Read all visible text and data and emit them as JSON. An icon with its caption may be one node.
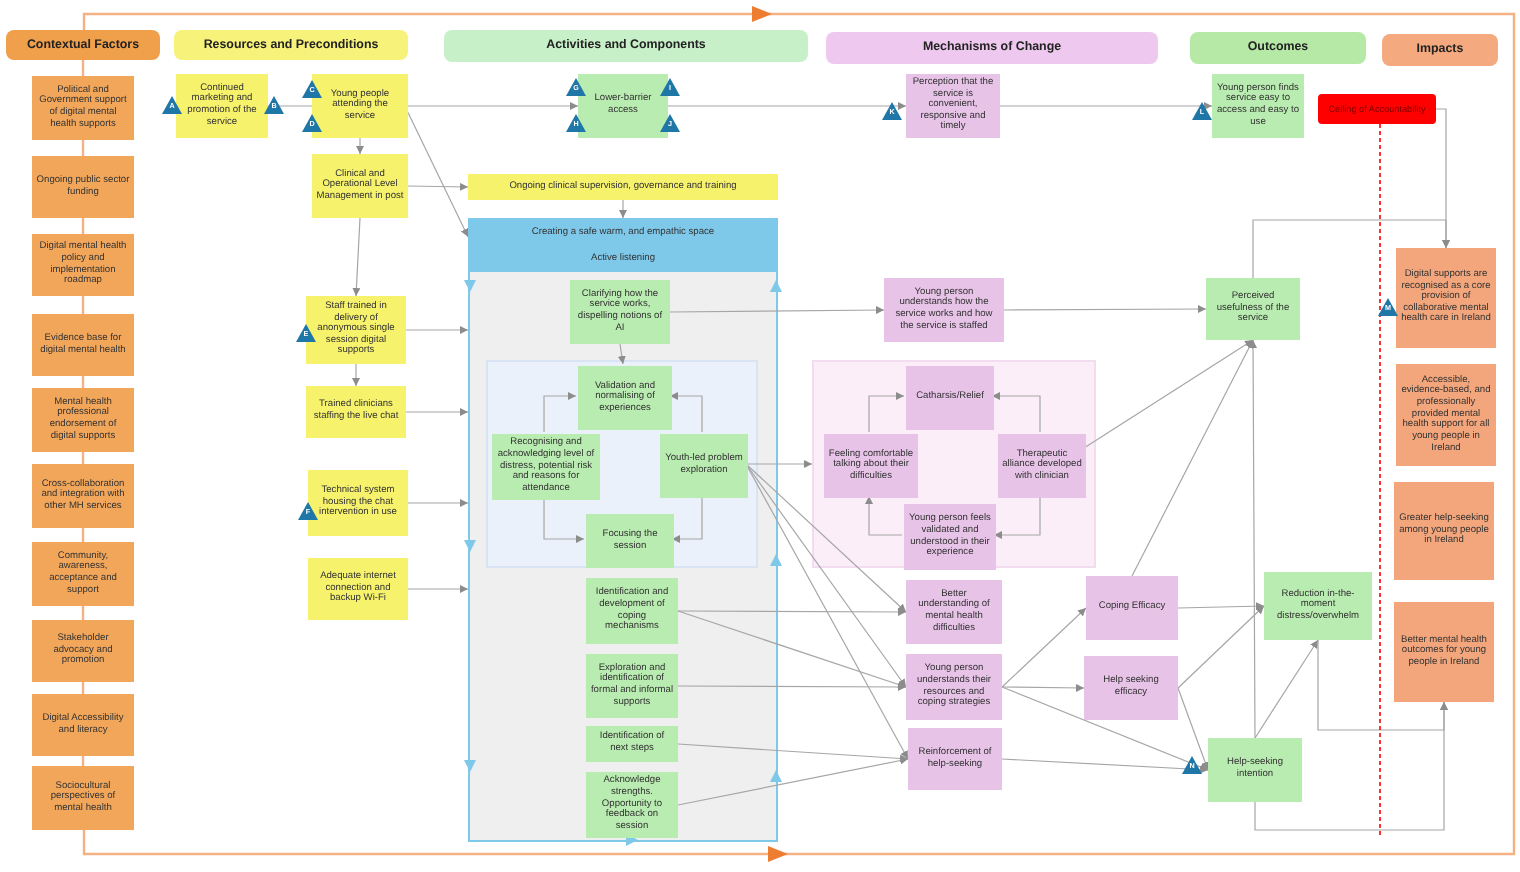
{
  "diagram": {
    "nodes": [
      {
        "text": [
          "Contextual Factors"
        ]
      },
      {
        "text": [
          "Resources and Preconditions"
        ]
      },
      {
        "text": [
          "Activities and Components"
        ]
      },
      {
        "text": [
          "Mechanisms of Change"
        ]
      },
      {
        "text": [
          "Outcomes"
        ]
      },
      {
        "text": [
          "Impacts"
        ]
      },
      {
        "text": [
          "Political and Government support of digital mental health supports"
        ]
      },
      {
        "text": [
          "Ongoing public sector funding"
        ]
      },
      {
        "text": [
          "Digital mental health policy and implementation roadmap"
        ]
      },
      {
        "text": [
          "Evidence base for digital mental health"
        ]
      },
      {
        "text": [
          "Mental health professional endorsement of digital supports"
        ]
      },
      {
        "text": [
          "Cross-collaboration and integration with other MH services"
        ]
      },
      {
        "text": [
          "Community, awareness, acceptance and support"
        ]
      },
      {
        "text": [
          "Stakeholder advocacy and promotion"
        ]
      },
      {
        "text": [
          "Digital Accessibility and literacy"
        ]
      },
      {
        "text": [
          "Sociocultural perspectives of mental health"
        ]
      },
      {
        "text": [
          "Continued marketing and promotion of the service"
        ]
      },
      {
        "text": [
          "Young people attending the service"
        ]
      },
      {
        "text": [
          "Clinical and Operational Level Management in post"
        ]
      },
      {
        "text": [
          "Staff trained in delivery of anonymous single session digital supports"
        ]
      },
      {
        "text": [
          "Trained clinicians staffing the live chat"
        ]
      },
      {
        "text": [
          "Technical system housing the chat intervention in use"
        ]
      },
      {
        "text": [
          "Adequate internet connection and backup Wi-Fi"
        ]
      },
      {
        "text": [
          "Lower-barrier access"
        ]
      },
      {
        "text": [
          "Ongoing clinical supervision, governance and training"
        ]
      },
      {
        "text": [
          "Creating a safe warm, and empathic space"
        ]
      },
      {
        "text": [
          "Active listening"
        ],
        "in": 25
      },
      {
        "text": [
          "Clarifying how the service works, dispelling notions of AI"
        ],
        "in": 26
      },
      {
        "text": [],
        "shape": "box",
        "in": 26
      },
      {
        "text": [
          "Validation and normalising of experiences"
        ],
        "in": 28
      },
      {
        "text": [
          "Recognising and acknowledging level of distress, potential risk and reasons for attendance"
        ],
        "in": 28
      },
      {
        "text": [
          "Youth-led problem exploration"
        ],
        "in": 28
      },
      {
        "text": [
          "Focusing the session"
        ],
        "in": 28
      },
      {
        "text": [
          "Identification and development of coping mechanisms"
        ],
        "in": 26
      },
      {
        "text": [
          "Exploration and identification of formal and informal supports"
        ],
        "in": 26
      },
      {
        "text": [
          "Identification of next steps"
        ],
        "in": 26
      },
      {
        "text": [
          "Acknowledge strengths. Opportunity to feedback on session"
        ],
        "in": 26
      },
      {
        "text": [
          "Perception that the service is convenient, responsive and timely"
        ]
      },
      {
        "text": [
          "Young person understands how the service works and how the service is staffed"
        ]
      },
      {
        "text": [],
        "shape": "box"
      },
      {
        "text": [
          "Catharsis/Relief"
        ],
        "in": 39
      },
      {
        "text": [
          "Feeling comfortable talking about their difficulties"
        ],
        "in": 39
      },
      {
        "text": [
          "Therapeutic alliance developed with clinician"
        ],
        "in": 39
      },
      {
        "text": [
          "Young person feels validated and understood in their experience"
        ],
        "in": 39
      },
      {
        "text": [
          "Better understanding of mental health difficulties"
        ]
      },
      {
        "text": [
          "Young person understands their resources and coping strategies"
        ]
      },
      {
        "text": [
          "Reinforcement of help-seeking"
        ]
      },
      {
        "text": [
          "Coping Efficacy"
        ]
      },
      {
        "text": [
          "Help seeking efficacy"
        ]
      },
      {
        "text": [
          "Young person finds service easy to access and easy to use"
        ]
      },
      {
        "text": [
          "Perceived usefulness of the service"
        ]
      },
      {
        "text": [
          "Reduction in-the-moment distress/overwhelm"
        ]
      },
      {
        "text": [
          "Help-seeking intention"
        ]
      },
      {
        "text": [
          "Ceiling of Accountability"
        ]
      },
      {
        "text": [
          "Digital supports are recognised as a core provision of collaborative mental health care in Ireland"
        ]
      },
      {
        "text": [
          "Accessible, evidence-based, and professionally provided mental health support for all young people in Ireland"
        ]
      },
      {
        "text": [
          "Greater help-seeking among young people in Ireland"
        ]
      },
      {
        "text": [
          "Better mental health outcomes for young people in Ireland"
        ]
      }
    ],
    "edges": [
      {
        "from": 0,
        "to": 6,
        "arrow": "none",
        "color": "#f4b183"
      },
      {
        "from": 6,
        "to": 7,
        "arrow": "none",
        "color": "#f4b183"
      },
      {
        "from": 7,
        "to": 8,
        "arrow": "none",
        "color": "#f4b183"
      },
      {
        "from": 8,
        "to": 9,
        "arrow": "none",
        "color": "#f4b183"
      },
      {
        "from": 9,
        "to": 10,
        "arrow": "none",
        "color": "#f4b183"
      },
      {
        "from": 10,
        "to": 11,
        "arrow": "none",
        "color": "#f4b183"
      },
      {
        "from": 11,
        "to": 12,
        "arrow": "none",
        "color": "#f4b183"
      },
      {
        "from": 12,
        "to": 13,
        "arrow": "none",
        "color": "#f4b183"
      },
      {
        "from": 13,
        "to": 14,
        "arrow": "none",
        "color": "#f4b183"
      },
      {
        "from": 14,
        "to": 15,
        "arrow": "none",
        "color": "#f4b183"
      },
      {
        "from": 16,
        "to": 17,
        "arrow": "none"
      },
      {
        "from": 17,
        "to": 23,
        "arrow": "to"
      },
      {
        "from": 23,
        "to": 37,
        "arrow": "to"
      },
      {
        "from": 37,
        "to": 49,
        "arrow": "to"
      },
      {
        "from": 17,
        "to": 18,
        "arrow": "to"
      },
      {
        "from": 18,
        "to": 19,
        "arrow": "to"
      },
      {
        "from": 19,
        "to": 20,
        "arrow": "to"
      },
      {
        "from": 17,
        "to": 25,
        "arrow": "to"
      },
      {
        "from": 18,
        "to": 24,
        "arrow": "to"
      },
      {
        "from": 19,
        "to": 25,
        "arrow": "to"
      },
      {
        "from": 20,
        "to": 25,
        "arrow": "to"
      },
      {
        "from": 21,
        "to": 25,
        "arrow": "to"
      },
      {
        "from": 22,
        "to": 25,
        "arrow": "to"
      },
      {
        "from": 24,
        "to": 25,
        "arrow": "to"
      },
      {
        "from": 27,
        "to": 38,
        "arrow": "to"
      },
      {
        "from": 27,
        "to": 29,
        "arrow": "to"
      },
      {
        "from": 30,
        "to": 29,
        "arrow": "to"
      },
      {
        "from": 31,
        "to": 29,
        "arrow": "to"
      },
      {
        "from": 31,
        "to": 32,
        "arrow": "to"
      },
      {
        "from": 30,
        "to": 32,
        "arrow": "to"
      },
      {
        "from": 31,
        "to": 39,
        "arrow": "to"
      },
      {
        "from": 31,
        "to": 44,
        "arrow": "to"
      },
      {
        "from": 31,
        "to": 45,
        "arrow": "to"
      },
      {
        "from": 31,
        "to": 46,
        "arrow": "to"
      },
      {
        "from": 33,
        "to": 44,
        "arrow": "to"
      },
      {
        "from": 33,
        "to": 45,
        "arrow": "to"
      },
      {
        "from": 34,
        "to": 45,
        "arrow": "to"
      },
      {
        "from": 35,
        "to": 46,
        "arrow": "to"
      },
      {
        "from": 36,
        "to": 46,
        "arrow": "to"
      },
      {
        "from": 41,
        "to": 40,
        "arrow": "to"
      },
      {
        "from": 42,
        "to": 40,
        "arrow": "to"
      },
      {
        "from": 42,
        "to": 43,
        "arrow": "to"
      },
      {
        "from": 43,
        "to": 41,
        "arrow": "to"
      },
      {
        "from": 38,
        "to": 50,
        "arrow": "to"
      },
      {
        "from": 42,
        "to": 50,
        "arrow": "to"
      },
      {
        "from": 47,
        "to": 50,
        "arrow": "to"
      },
      {
        "from": 52,
        "to": 50,
        "arrow": "to"
      },
      {
        "from": 50,
        "to": 54,
        "arrow": "to"
      },
      {
        "from": 53,
        "to": 54,
        "arrow": "to"
      },
      {
        "from": 45,
        "to": 47,
        "arrow": "to"
      },
      {
        "from": 45,
        "to": 48,
        "arrow": "to"
      },
      {
        "from": 45,
        "to": 52,
        "arrow": "to"
      },
      {
        "from": 46,
        "to": 52,
        "arrow": "to"
      },
      {
        "from": 47,
        "to": 51,
        "arrow": "to"
      },
      {
        "from": 48,
        "to": 51,
        "arrow": "to"
      },
      {
        "from": 48,
        "to": 52,
        "arrow": "to"
      },
      {
        "from": 52,
        "to": 51,
        "arrow": "to"
      },
      {
        "from": 51,
        "to": 57,
        "arrow": "to"
      },
      {
        "from": 52,
        "to": 57,
        "arrow": "to"
      },
      {
        "from": 53,
        "to": null,
        "arrow": "none",
        "style": "dashed",
        "color": "#ff0000"
      }
    ],
    "labels": [
      "A",
      "B",
      "C",
      "D",
      "E",
      "F",
      "G",
      "H",
      "I",
      "J",
      "K",
      "L",
      "M",
      "N"
    ]
  }
}
